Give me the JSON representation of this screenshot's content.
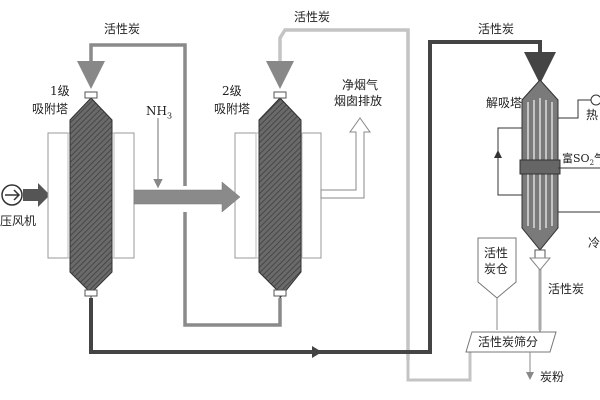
{
  "labels": {
    "blower": "压风机",
    "tower1_line1": "1级",
    "tower1_line2": "吸附塔",
    "tower2_line1": "2级",
    "tower2_line2": "吸附塔",
    "ammonia_prefix": "NH",
    "ammonia_sub": "3",
    "carbon_top_left": "活性炭",
    "carbon_top_mid": "活性炭",
    "carbon_top_right": "活性炭",
    "clean_gas_line1": "净烟气",
    "clean_gas_line2": "烟囱排放",
    "desorber": "解吸塔",
    "rich_so2": "富SO",
    "rich_so2_sub": "2",
    "rich_so2_suffix": "气",
    "hot_gas_cut": "热",
    "cold_cut": "冷",
    "bin_line1": "活性",
    "bin_line2": "炭仓",
    "carbon_down": "活性炭",
    "screen": "活性炭筛分",
    "dust": "炭粉"
  },
  "colors": {
    "tower_core": "#5a5a5a",
    "tower_shell": "#ffffff",
    "frame": "#cfcfcf",
    "line_gray": "#9a9a9a",
    "line_dark": "#444444",
    "line_light": "#c8c8c8"
  }
}
